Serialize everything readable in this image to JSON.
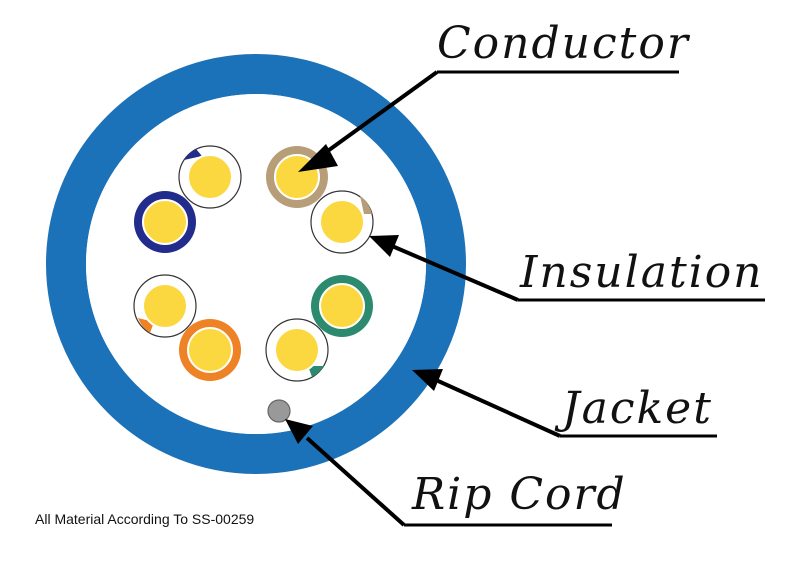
{
  "labels": {
    "conductor": "Conductor",
    "insulation": "Insulation",
    "jacket": "Jacket",
    "rip_cord": "Rip Cord"
  },
  "footnote": "All Material According To SS-00259",
  "colors": {
    "jacket": "#1c72b8",
    "conductor": "#fcd840",
    "rip_cord": "#999999",
    "leader": "#000000",
    "pair_blue": "#222c8c",
    "pair_orange": "#ee8224",
    "pair_green": "#2c8a6e",
    "pair_brown": "#b89e78"
  }
}
